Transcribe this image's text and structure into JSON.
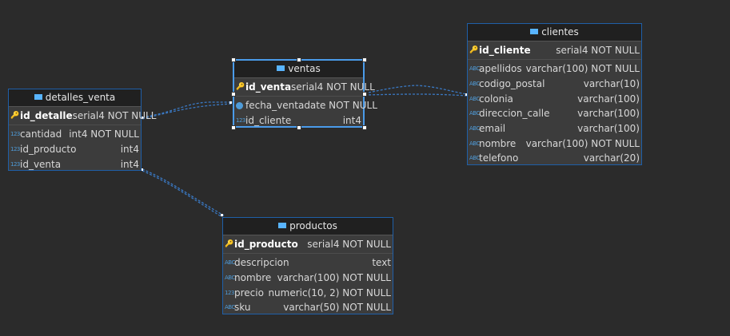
{
  "colors": {
    "background": "#2b2b2b",
    "border": "#1f5fa8",
    "connector": "#3a78c2"
  },
  "entities": {
    "detalles_venta": {
      "title": "detalles_venta",
      "columns": [
        {
          "name": "id_detalle",
          "type": "serial4 NOT NULL",
          "pk": true,
          "icon": "123"
        },
        {
          "name": "cantidad",
          "type": "int4 NOT NULL",
          "icon": "123"
        },
        {
          "name": "id_producto",
          "type": "int4",
          "icon": "123"
        },
        {
          "name": "id_venta",
          "type": "int4",
          "icon": "123"
        }
      ]
    },
    "ventas": {
      "title": "ventas",
      "columns": [
        {
          "name": "id_venta",
          "type": "serial4 NOT NULL",
          "pk": true,
          "icon": "123"
        },
        {
          "name": "fecha_venta",
          "type": "date NOT NULL",
          "icon": "date"
        },
        {
          "name": "id_cliente",
          "type": "int4",
          "icon": "123"
        }
      ]
    },
    "clientes": {
      "title": "clientes",
      "columns": [
        {
          "name": "id_cliente",
          "type": "serial4 NOT NULL",
          "pk": true,
          "icon": "123"
        },
        {
          "name": "apellidos",
          "type": "varchar(100) NOT NULL",
          "icon": "abc"
        },
        {
          "name": "codigo_postal",
          "type": "varchar(10)",
          "icon": "abc"
        },
        {
          "name": "colonia",
          "type": "varchar(100)",
          "icon": "abc"
        },
        {
          "name": "direccion_calle",
          "type": "varchar(100)",
          "icon": "abc"
        },
        {
          "name": "email",
          "type": "varchar(100)",
          "icon": "abc"
        },
        {
          "name": "nombre",
          "type": "varchar(100) NOT NULL",
          "icon": "abc"
        },
        {
          "name": "telefono",
          "type": "varchar(20)",
          "icon": "abc"
        }
      ]
    },
    "productos": {
      "title": "productos",
      "columns": [
        {
          "name": "id_producto",
          "type": "serial4 NOT NULL",
          "pk": true,
          "icon": "123"
        },
        {
          "name": "descripcion",
          "type": "text",
          "icon": "abc"
        },
        {
          "name": "nombre",
          "type": "varchar(100) NOT NULL",
          "icon": "abc"
        },
        {
          "name": "precio",
          "type": "numeric(10, 2) NOT NULL",
          "icon": "123"
        },
        {
          "name": "sku",
          "type": "varchar(50) NOT NULL",
          "icon": "abc"
        }
      ]
    }
  }
}
